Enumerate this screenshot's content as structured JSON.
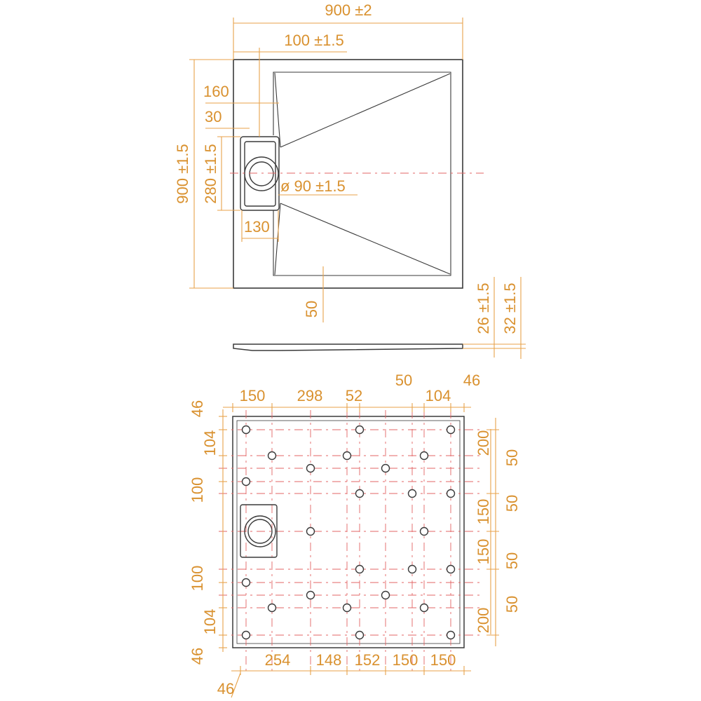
{
  "colors": {
    "outline": "#3a3a3a",
    "dimension": "#e8a24a",
    "dimension_text": "#d9912f",
    "centerline": "#e36464"
  },
  "top_view": {
    "overall_width": "900 ±2",
    "overall_depth": "900 ±1.5",
    "inset_width": "100 ±1.5",
    "dim_160": "160",
    "dim_30": "30",
    "channel_length": "280 ±1.5",
    "drain_diameter": "ø 90 ±1.5",
    "dim_130": "130",
    "dim_50": "50"
  },
  "side_view": {
    "edge_height": "26 ±1.5",
    "total_height": "32 ±1.5"
  },
  "bottom_view": {
    "top_dims": [
      "150",
      "298",
      "52",
      "50",
      "104",
      "46"
    ],
    "left_dims_upper": [
      "46",
      "104",
      "100"
    ],
    "left_dims_lower": [
      "100",
      "104",
      "46"
    ],
    "right_dims_a": [
      "200",
      "150",
      "150",
      "200"
    ],
    "right_dims_b": [
      "50",
      "50",
      "50",
      "50"
    ],
    "bottom_dims": [
      "254",
      "148",
      "152",
      "150",
      "150"
    ],
    "corner_dim": "46"
  },
  "icons": [
    "drain-icon",
    "support-foot-icon"
  ]
}
